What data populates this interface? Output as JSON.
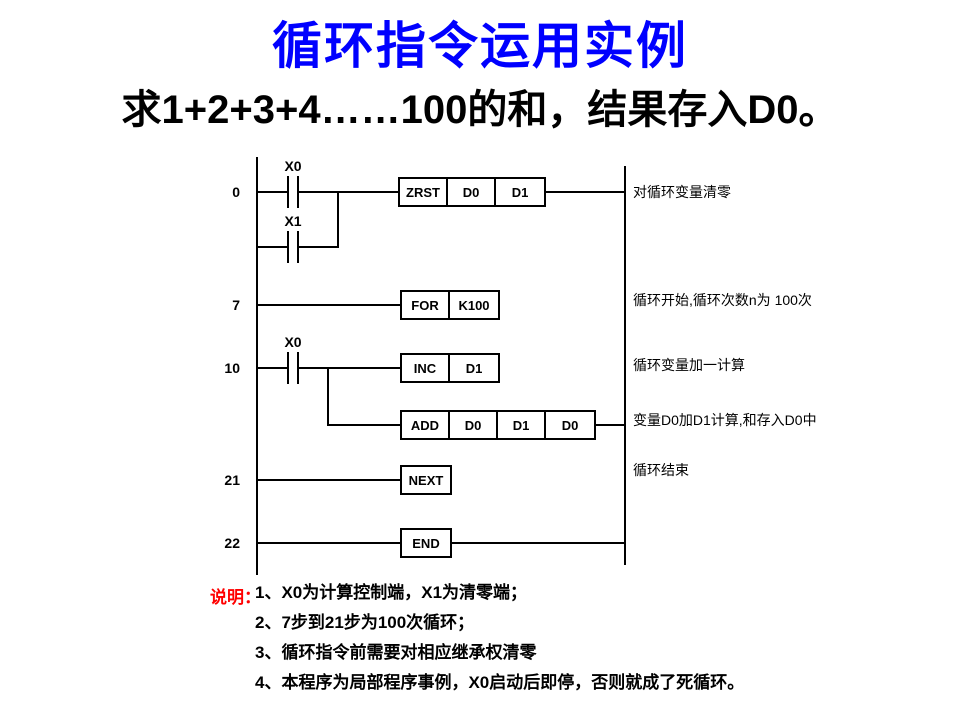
{
  "slide": {
    "title": "循环指令运用实例",
    "subtitle": "求1+2+3+4……100的和，结果存入D0。"
  },
  "colors": {
    "title_blue": "#0000ff",
    "notes_red": "#ff0000",
    "ink_black": "#000000",
    "background": "#ffffff"
  },
  "ladder": {
    "rungs": {
      "r0": {
        "step": "0",
        "contact_label": "X0",
        "parallel_contact_label": "X1",
        "cells": [
          "ZRST",
          "D0",
          "D1"
        ],
        "comment": "对循环变量清零"
      },
      "r7": {
        "step": "7",
        "cells": [
          "FOR",
          "K100"
        ],
        "comment": "循环开始,循环次数n为 100次"
      },
      "r10": {
        "step": "10",
        "contact_label": "X0",
        "cells": [
          "INC",
          "D1"
        ],
        "comment": "循环变量加一计算"
      },
      "radd": {
        "cells": [
          "ADD",
          "D0",
          "D1",
          "D0"
        ],
        "comment": "变量D0加D1计算,和存入D0中"
      },
      "r21": {
        "step": "21",
        "cells": [
          "NEXT"
        ],
        "comment": "循环结束"
      },
      "r22": {
        "step": "22",
        "cells": [
          "END"
        ]
      }
    }
  },
  "notes": {
    "label": "说明：",
    "items": [
      "1、X0为计算控制端，X1为清零端；",
      "2、7步到21步为100次循环；",
      "3、循环指令前需要对相应继承权清零",
      "4、本程序为局部程序事例，X0启动后即停，否则就成了死循环。"
    ]
  }
}
